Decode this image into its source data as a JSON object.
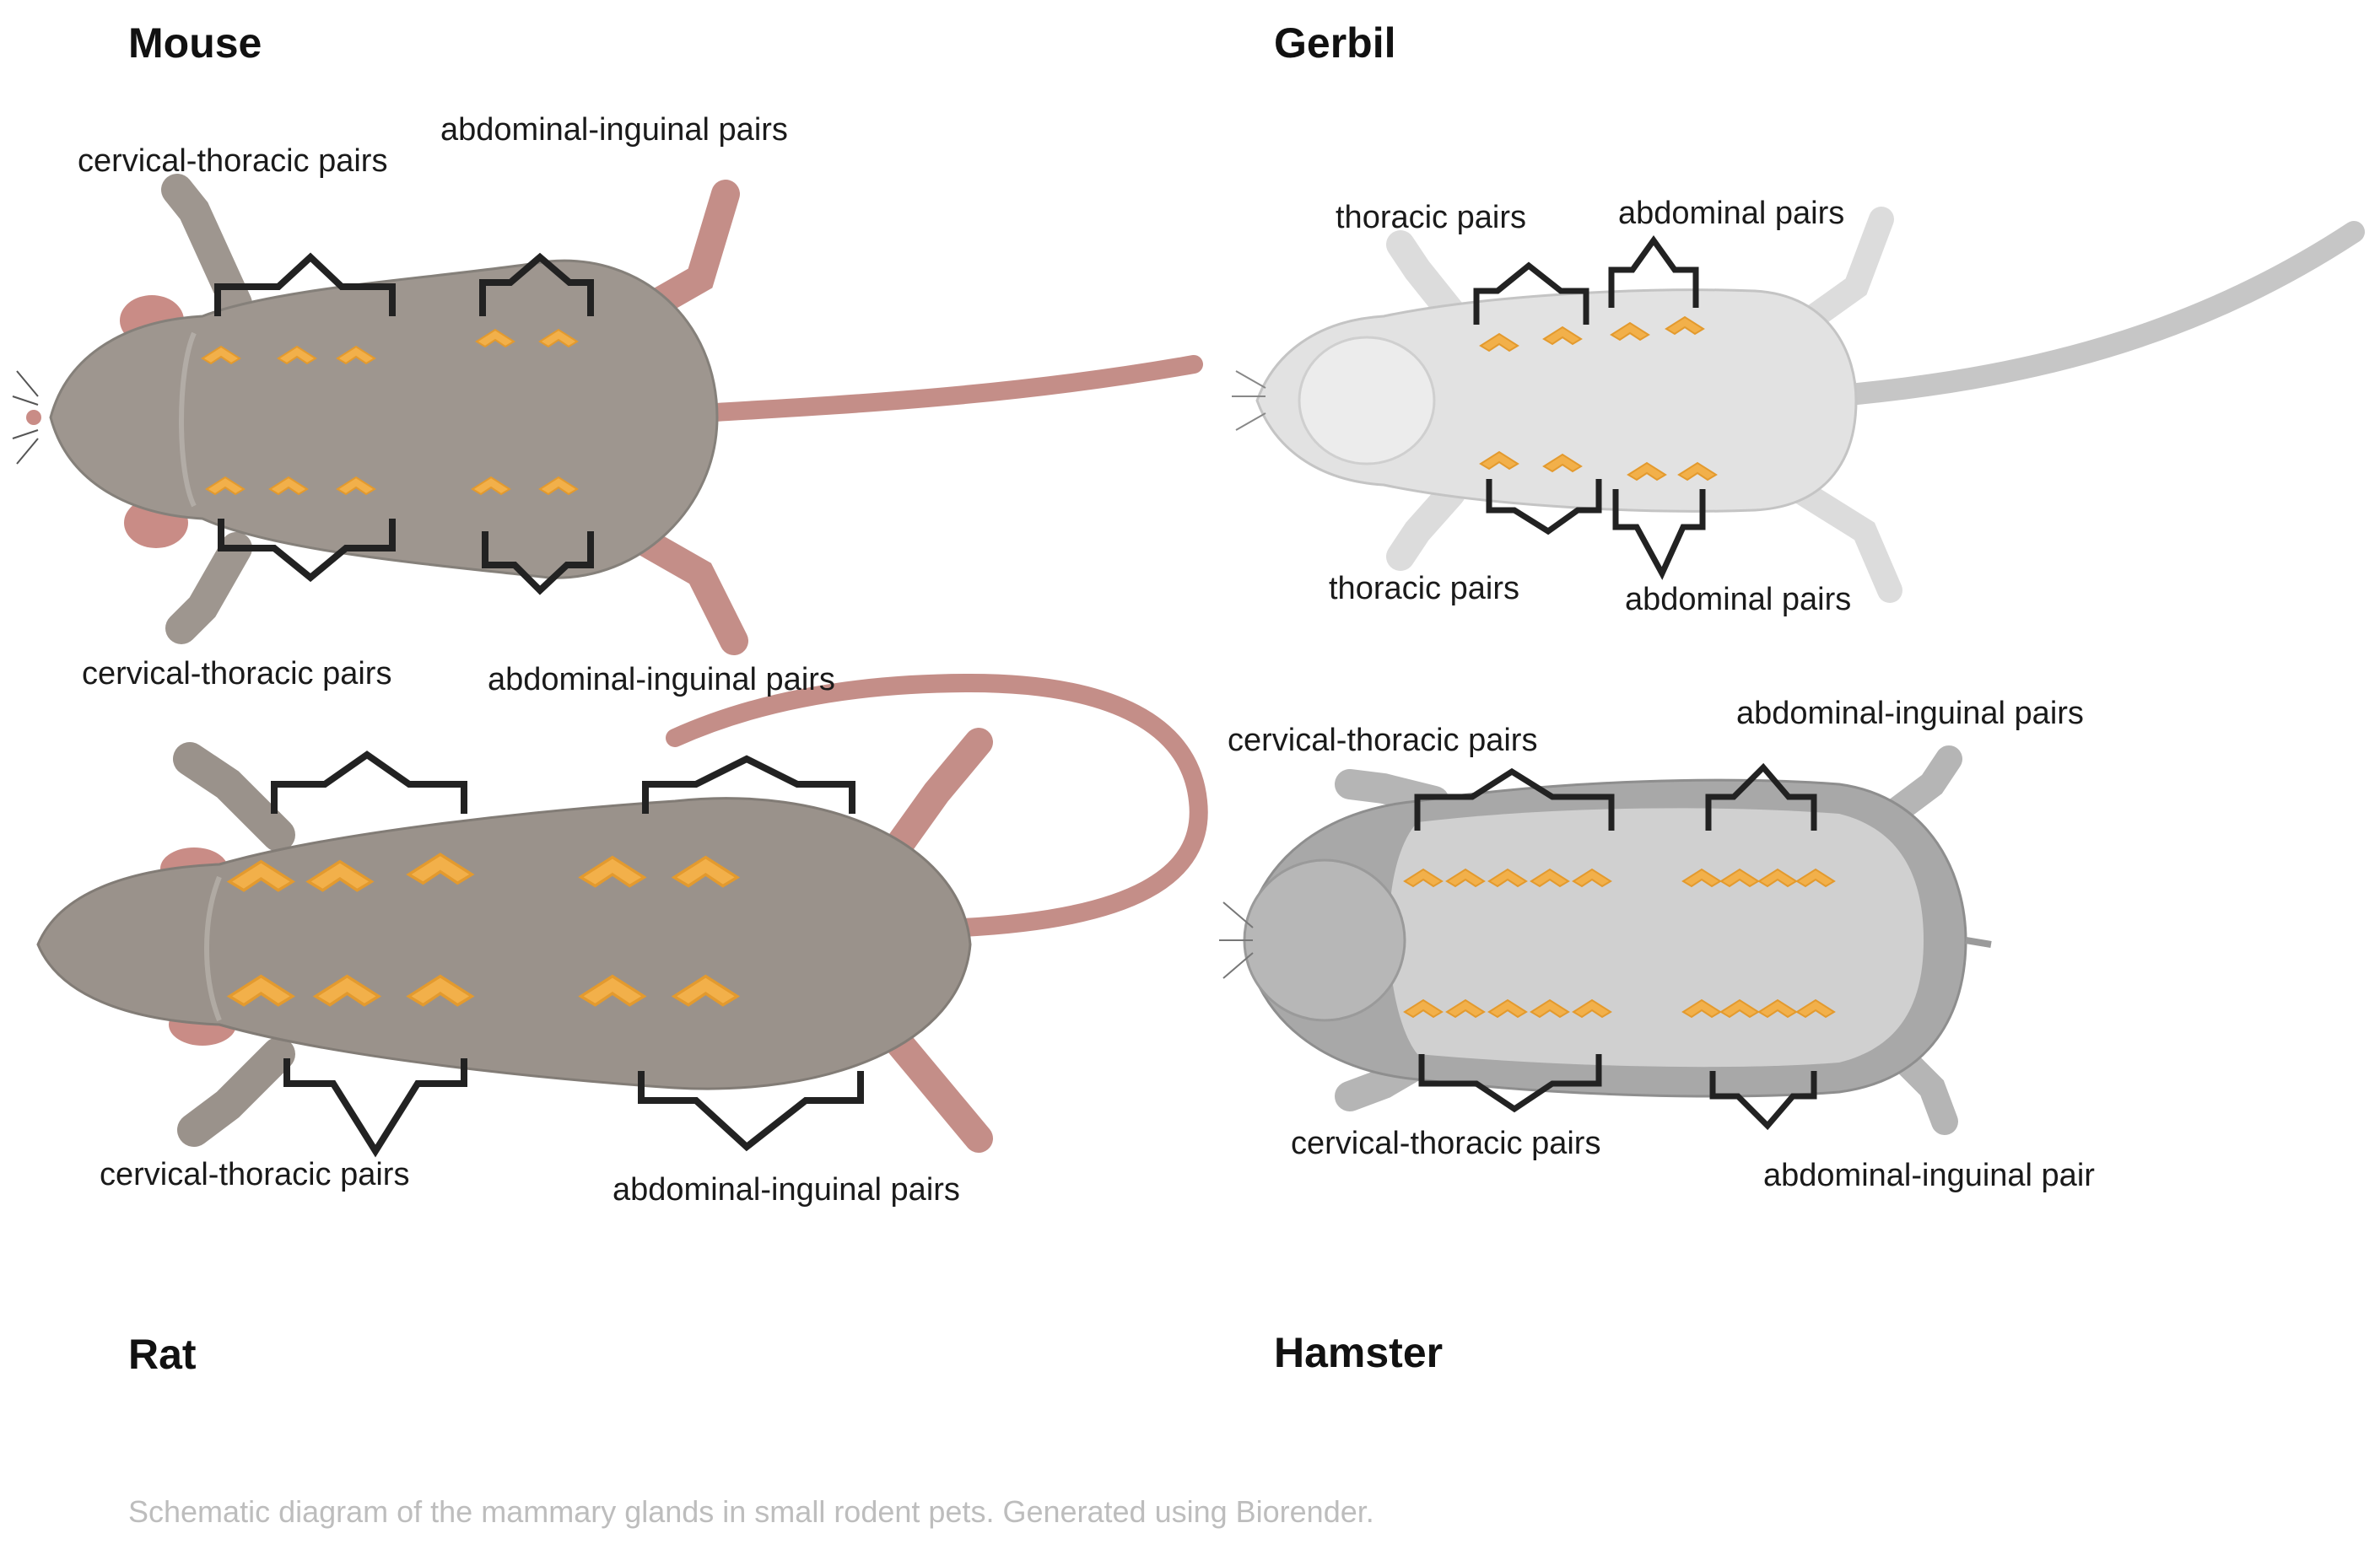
{
  "panels": {
    "mouse": {
      "title": "Mouse",
      "top_left": "cervical-thoracic pairs",
      "top_right": "abdominal-inguinal pairs",
      "bottom_left": "cervical-thoracic pairs",
      "bottom_right": "abdominal-inguinal pairs"
    },
    "gerbil": {
      "title": "Gerbil",
      "top_left": "thoracic pairs",
      "top_right": "abdominal pairs",
      "bottom_left": "thoracic pairs",
      "bottom_right": "abdominal pairs"
    },
    "rat": {
      "title": "Rat",
      "bottom_left": "cervical-thoracic pairs",
      "bottom_right": "abdominal-inguinal pairs"
    },
    "hamster": {
      "title": "Hamster",
      "top_left": "cervical-thoracic pairs",
      "top_right": "abdominal-inguinal pairs",
      "bottom_left": "cervical-thoracic  pairs",
      "bottom_right": "abdominal-inguinal pair"
    }
  },
  "caption": "Schematic diagram of the mammary glands in small rodent pets. Generated using Biorender.",
  "colors": {
    "mouse_body": "#9e968f",
    "rat_body": "#9a928b",
    "gerbil_body": "#e2e2e2",
    "hamster_body": "#c9c9c9",
    "skin_pink": "#c98c86",
    "gland": "#f2b04a",
    "bracket": "#222222"
  }
}
